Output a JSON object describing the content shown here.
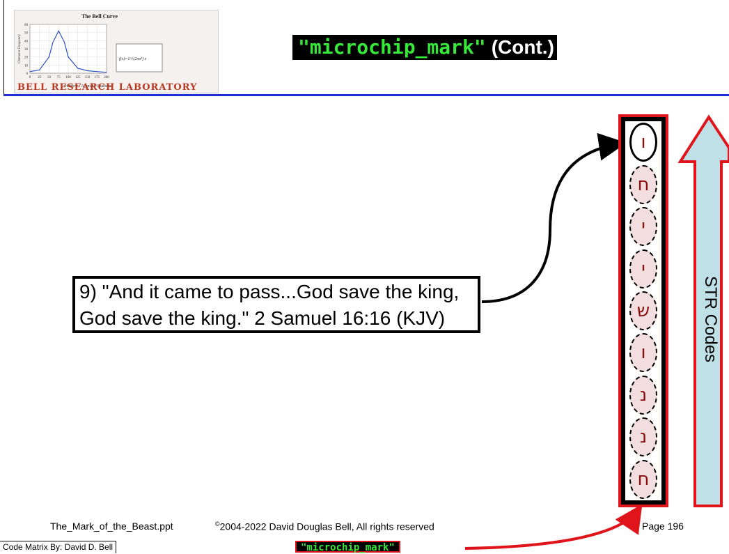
{
  "logo": {
    "chart_title": "The Bell Curve",
    "x_axis_label": "Hebrew / Aramaic Character",
    "y_axis_label": "Character Frequency",
    "y_ticks": [
      "60",
      "50",
      "40",
      "30",
      "20",
      "10",
      "0"
    ],
    "x_ticks": [
      "0",
      "25",
      "50",
      "75",
      "100",
      "125",
      "150",
      "175",
      "200"
    ],
    "banner": "BELL RESEARCH LABORATORY",
    "chart_data": {
      "type": "line",
      "title": "The Bell Curve",
      "xlabel": "Hebrew / Aramaic Character",
      "ylabel": "Character Frequency",
      "xlim": [
        0,
        200
      ],
      "ylim": [
        0,
        60
      ],
      "x": [
        0,
        25,
        50,
        60,
        75,
        90,
        100,
        125,
        150,
        175,
        200
      ],
      "y": [
        2,
        4,
        20,
        38,
        52,
        38,
        20,
        6,
        3,
        2,
        1
      ]
    }
  },
  "title": {
    "code": "\"microchip_mark\"",
    "suffix": " (Cont.)"
  },
  "callout": {
    "line1": "9) \"And it came to pass...God save the king,",
    "line2": "God save the king.\" 2 Samuel 16:16 (KJV)"
  },
  "strip": {
    "letters": [
      "ו",
      "ח",
      "י",
      "י",
      "ש",
      "ו",
      "נ",
      "נ",
      "ח"
    ]
  },
  "str_label": "STR Codes",
  "footer": {
    "file": "The_Mark_of_the_Beast.ppt",
    "copyright_symbol": "©",
    "copyright": "2004-2022 David Douglas Bell, All rights reserved",
    "page": "Page 196"
  },
  "credit": "Code Matrix By: David D. Bell",
  "bottom_code": "\"microchip_mark\"",
  "colors": {
    "accent_red": "#e0141b",
    "code_green": "#35e83a",
    "rule_blue": "#1f2fd4",
    "arrow_fill": "#bfe0e6"
  }
}
